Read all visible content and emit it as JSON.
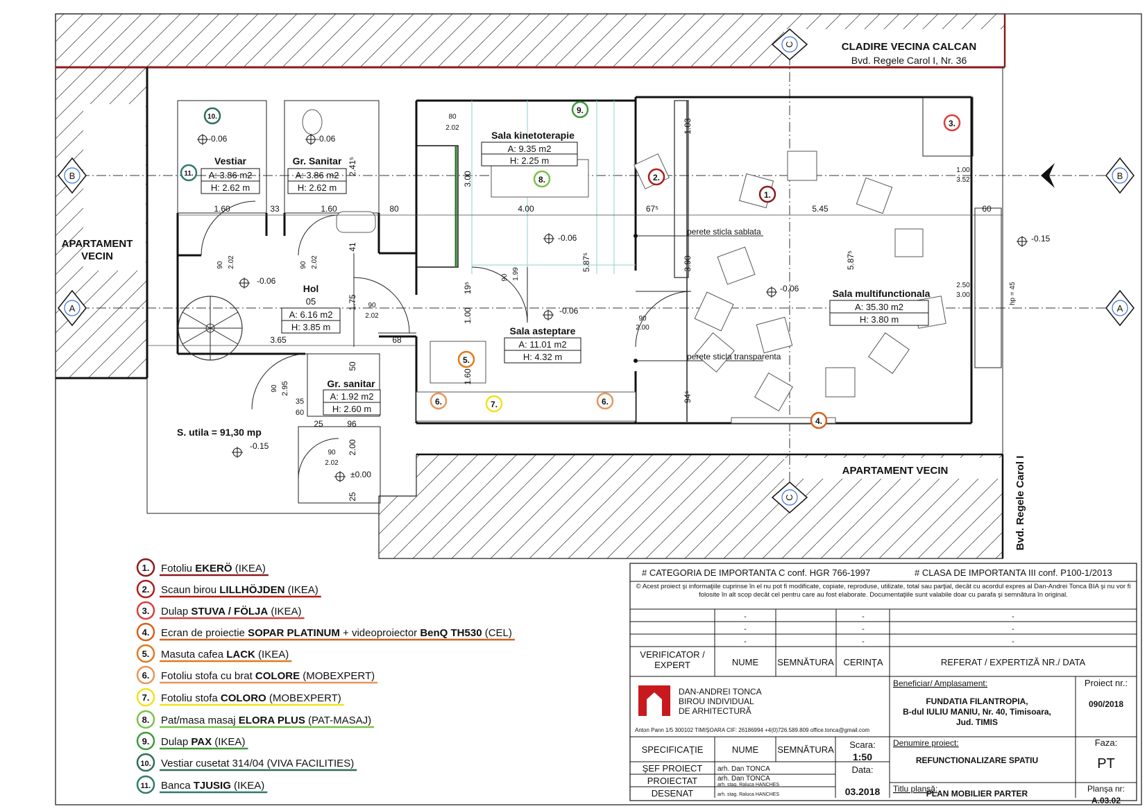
{
  "neighbors": {
    "top_building": "CLADIRE VECINA CALCAN",
    "top_address": "Bvd. Regele Carol I, Nr. 36",
    "left_apartment_line1": "APARTAMENT",
    "left_apartment_line2": "VECIN",
    "bottom_apartment": "APARTAMENT VECIN",
    "street": "Bvd. Regele Carol I"
  },
  "axes": {
    "a": "A",
    "b": "B",
    "c": "C"
  },
  "rooms": [
    {
      "name": "Vestiar",
      "area": "A: 3.86 m2",
      "height": "H: 2.62 m"
    },
    {
      "name": "Gr. Sanitar",
      "area": "A: 3.86 m2",
      "height": "H: 2.62 m"
    },
    {
      "name": "Sala kinetoterapie",
      "area": "A: 9.35 m2",
      "height": "H: 2.25 m"
    },
    {
      "name": "Hol",
      "number": "05",
      "area": "A: 6.16 m2",
      "height": "H: 3.85 m"
    },
    {
      "name": "Sala asteptare",
      "area": "A: 11.01 m2",
      "height": "H: 4.32 m"
    },
    {
      "name": "Gr. sanitar",
      "area": "A: 1.92 m2",
      "height": "H: 2.60 m"
    },
    {
      "name": "Sala multifunctionala",
      "area": "A: 35.30 m2",
      "height": "H: 3.80 m"
    }
  ],
  "plan_notes": {
    "useful_area": "S. utila = 91,30 mp",
    "level_base": "-0.15",
    "glass_sandblasted": "perete sticla sablata",
    "glass_transparent": "perete sticla transparenta",
    "hp": "hp = 45"
  },
  "levels": [
    "-0.06",
    "-0.06",
    "-0.06",
    "-0.06",
    "-0.06",
    "-0.06",
    "-0.15",
    "±0.00",
    "-0.15"
  ],
  "dimensions": {
    "d160a": "1.60",
    "d33": "33",
    "d160b": "1.60",
    "d80": "80",
    "d400": "4.00",
    "d675": "67⁵",
    "d545": "5.45",
    "d60": "60",
    "d365": "3.65",
    "d68": "68",
    "d50": "50",
    "d35": "35",
    "d60b": "60",
    "d25": "25",
    "d96": "96",
    "d25b": "25",
    "d200": "2.00",
    "d241": "2.41⁵",
    "d41": "41",
    "d175": "1.75",
    "d300": "3.00",
    "d195": "19⁵",
    "d100": "1.00",
    "d160v": "1.60",
    "d587a": "5.87⁵",
    "d390": "3.90",
    "d103": "1.03",
    "d587b": "5.87⁵",
    "d945": "94⁵",
    "d295": "2.95",
    "d80w": "80",
    "d202w": "2.02",
    "d90a": "90",
    "d202a": "2.02",
    "d90b": "90",
    "d202b": "2.02",
    "d90c": "90",
    "d202c": "2.02",
    "d90d": "90",
    "d199": "1.99",
    "d90e": "90",
    "d200e": "2.00",
    "d90f": "90",
    "d202f": "2.02",
    "d100w": "1.00",
    "d352": "3.52",
    "d250": "2.50",
    "d300w": "3.00",
    "d90g": "90",
    "d202g": "2.02"
  },
  "legend": [
    {
      "n": "1.",
      "pre": "Fotoliu ",
      "bold": "EKERÖ",
      "post": " (IKEA)",
      "color": "#8b1a1a"
    },
    {
      "n": "2.",
      "pre": "Scaun birou ",
      "bold": "LILLHÖJDEN",
      "post": " (IKEA)",
      "color": "#b01c1c"
    },
    {
      "n": "3.",
      "pre": "Dulap ",
      "bold": "STUVA / FÖLJA",
      "post": "  (IKEA)",
      "color": "#d9403a"
    },
    {
      "n": "4.",
      "pre": "Ecran de proiectie ",
      "bold": "SOPAR PLATINUM",
      "post": " + videoproiector  ",
      "bold2": "BenQ TH530",
      "post2": "   (CEL)",
      "color": "#d9601c"
    },
    {
      "n": "5.",
      "pre": "Masuta cafea ",
      "bold": "LACK",
      "post": " (IKEA)",
      "color": "#e07a1a"
    },
    {
      "n": "6.",
      "pre": "Fotoliu stofa cu brat ",
      "bold": "COLORE",
      "post": "  (MOBEXPERT)",
      "color": "#e8955a"
    },
    {
      "n": "7.",
      "pre": "Fotoliu stofa ",
      "bold": "COLORO",
      "post": "  (MOBEXPERT)",
      "color": "#f2e21a"
    },
    {
      "n": "8.",
      "pre": "Pat/masa masaj ",
      "bold": "ELORA PLUS",
      "post": "  (PAT-MASAJ)",
      "color": "#7cc14a"
    },
    {
      "n": "9.",
      "pre": "Dulap ",
      "bold": "PAX",
      "post": "  (IKEA)",
      "color": "#3f9a3a"
    },
    {
      "n": "10.",
      "pre": "Vestiar cusetat 314/04 (VIVA FACILITIES)",
      "bold": "",
      "post": "",
      "color": "#2e6e55"
    },
    {
      "n": "11.",
      "pre": "Banca ",
      "bold": "TJUSIG",
      "post": "  (IKEA)",
      "color": "#2d7a6a"
    }
  ],
  "title_block": {
    "category": "# CATEGORIA DE IMPORTANTA C conf. HGR 766-1997",
    "class": "# CLASA DE IMPORTANTA III conf. P100-1/2013",
    "copyright": "© Acest proiect şi informaţiile cuprinse în el nu pot fi modificate, copiate, reproduse, utilizate, total sau parţial, decât cu acordul expres al Dan-Andrei Tonca BIA şi nu vor fi folosite în alt scop decât cel pentru care au fost elaborate. Documentaţiile sunt valabile doar cu parafa şi semnătura în original.",
    "dash": "-",
    "verificator": "VERIFICATOR / EXPERT",
    "nume": "NUME",
    "semnatura": "SEMNĂTURA",
    "cerinta": "CERINŢA",
    "referat": "REFERAT / EXPERTIZĂ NR./ DATA",
    "firm_line1": "DAN-ANDREI TONCA",
    "firm_line2": "BIROU INDIVIDUAL",
    "firm_line3": "DE ARHITECTURĂ",
    "firm_address": "Anton Pann 1/5 300102 TIMIŞOARA   CIF: 26186994   +4(0)726.589.809   office.tonca@gmail.com",
    "beneficiar_label": "Beneficiar/ Amplasament:",
    "beneficiar_1": "FUNDATIA FILANTROPIA,",
    "beneficiar_2": "B-dul IULIU MANIU, Nr. 40, Timisoara,",
    "beneficiar_3": "Jud. TIMIS",
    "proiect_label": "Proiect nr.:",
    "proiect_nr": "090/2018",
    "specificatie": "SPECIFICAŢIE",
    "scara_label": "Scara:",
    "scara": "1:50",
    "denumire_label": "Denumire proiect:",
    "denumire": "REFUNCTIONALIZARE SPATIU",
    "faza_label": "Faza:",
    "faza": "PT",
    "sef_proiect": "ŞEF PROIECT",
    "sef_name": "arh. Dan TONCA",
    "proiectat": "PROIECTAT",
    "proiectat_name1": "arh. Dan TONCA",
    "proiectat_name2": "arh. stag. Raluca HANCHES",
    "desenat": "DESENAT",
    "desenat_name": "arh. stag. Raluca HANCHES",
    "data_label": "Data:",
    "data": "03.2018",
    "titlu_label": "Titlu planşă:",
    "titlu": "PLAN MOBILIER PARTER",
    "plansa_label": "Planşa nr:",
    "plansa": "A.03.02"
  }
}
